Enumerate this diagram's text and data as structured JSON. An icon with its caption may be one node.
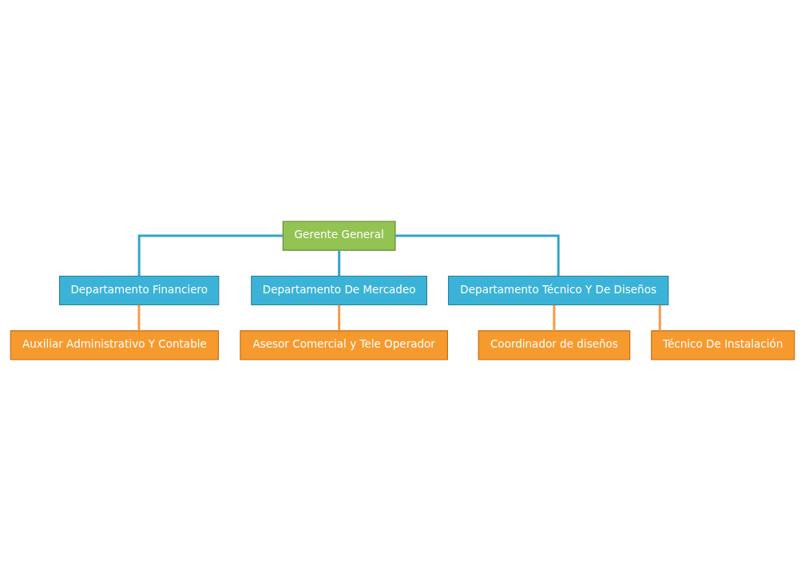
{
  "diagram": {
    "nodes": [
      {
        "text": [
          "Gerente General"
        ]
      },
      {
        "text": [
          "Departamento Financiero"
        ]
      },
      {
        "text": [
          "Departamento De Mercadeo"
        ]
      },
      {
        "text": [
          "Departamento Técnico Y De Diseños"
        ]
      },
      {
        "text": [
          "Auxiliar Administrativo Y Contable"
        ]
      },
      {
        "text": [
          "Asesor Comercial y Tele Operador"
        ]
      },
      {
        "text": [
          "Coordinador de diseños"
        ]
      },
      {
        "text": [
          "Técnico De Instalación"
        ]
      }
    ],
    "edges": [
      {
        "from": 0,
        "to": 1,
        "arrow": "none",
        "color": "#31a5c8"
      },
      {
        "from": 0,
        "to": 2,
        "arrow": "none",
        "color": "#31a5c8"
      },
      {
        "from": 0,
        "to": 3,
        "arrow": "none",
        "color": "#31a5c8"
      },
      {
        "from": 1,
        "to": 4,
        "arrow": "none"
      },
      {
        "from": 2,
        "to": 5,
        "arrow": "none"
      },
      {
        "from": 3,
        "to": 6,
        "arrow": "none"
      },
      {
        "from": 3,
        "to": 7,
        "arrow": "none"
      }
    ]
  }
}
